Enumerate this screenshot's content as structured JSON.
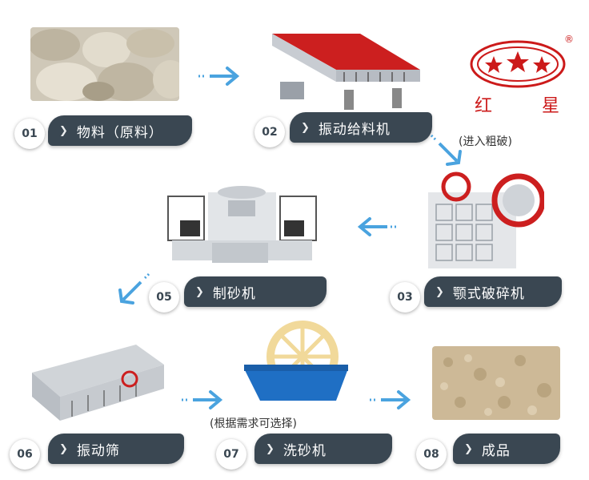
{
  "steps": [
    {
      "num": "01",
      "label": "物料（原料）"
    },
    {
      "num": "02",
      "label": "振动给料机"
    },
    {
      "num": "03",
      "label": "颚式破碎机"
    },
    {
      "num": "05",
      "label": "制砂机"
    },
    {
      "num": "06",
      "label": "振动筛"
    },
    {
      "num": "07",
      "label": "洗砂机"
    },
    {
      "num": "08",
      "label": "成品"
    }
  ],
  "notes": {
    "coarse_crush": "(进入粗破)",
    "optional": "(根据需求可选择)"
  },
  "brand": {
    "left_char": "红",
    "right_char": "星",
    "registered": "®"
  },
  "colors": {
    "label_bg": "#3a4752",
    "arrow": "#4aa3df",
    "brand_red": "#cc1a1a"
  }
}
